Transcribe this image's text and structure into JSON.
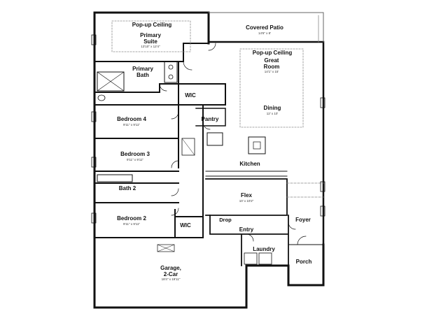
{
  "plan": {
    "rooms": [
      {
        "id": "popup-primary",
        "name": "Pop-up Ceiling",
        "dim": ""
      },
      {
        "id": "primary-suite",
        "name": "Primary\nSuite",
        "dim": "13'10\" x 12'4\""
      },
      {
        "id": "covered-patio",
        "name": "Covered Patio",
        "dim": "14'6\" x 8'"
      },
      {
        "id": "popup-great",
        "name": "Pop-up Ceiling",
        "dim": ""
      },
      {
        "id": "great-room",
        "name": "Great\nRoom",
        "dim": "14'1\" x 15'"
      },
      {
        "id": "primary-bath",
        "name": "Primary\nBath",
        "dim": ""
      },
      {
        "id": "wic-1",
        "name": "WIC",
        "dim": ""
      },
      {
        "id": "dining",
        "name": "Dining",
        "dim": "12' x 10'"
      },
      {
        "id": "bedroom-4",
        "name": "Bedroom 4",
        "dim": "9'11\" x 9'11\""
      },
      {
        "id": "pantry",
        "name": "Pantry",
        "dim": ""
      },
      {
        "id": "bedroom-3",
        "name": "Bedroom 3",
        "dim": "9'11\" x 9'11\""
      },
      {
        "id": "kitchen",
        "name": "Kitchen",
        "dim": ""
      },
      {
        "id": "bath-2",
        "name": "Bath 2",
        "dim": ""
      },
      {
        "id": "flex",
        "name": "Flex",
        "dim": "10' x 10'2\""
      },
      {
        "id": "bedroom-2",
        "name": "Bedroom 2",
        "dim": "9'11\" x 9'11\""
      },
      {
        "id": "wic-2",
        "name": "WIC",
        "dim": ""
      },
      {
        "id": "drop",
        "name": "Drop",
        "dim": ""
      },
      {
        "id": "foyer",
        "name": "Foyer",
        "dim": ""
      },
      {
        "id": "entry",
        "name": "Entry",
        "dim": ""
      },
      {
        "id": "laundry",
        "name": "Laundry",
        "dim": ""
      },
      {
        "id": "garage",
        "name": "Garage,\n2-Car",
        "dim": "18'4\" x 19'11\""
      },
      {
        "id": "porch",
        "name": "Porch",
        "dim": ""
      }
    ]
  }
}
